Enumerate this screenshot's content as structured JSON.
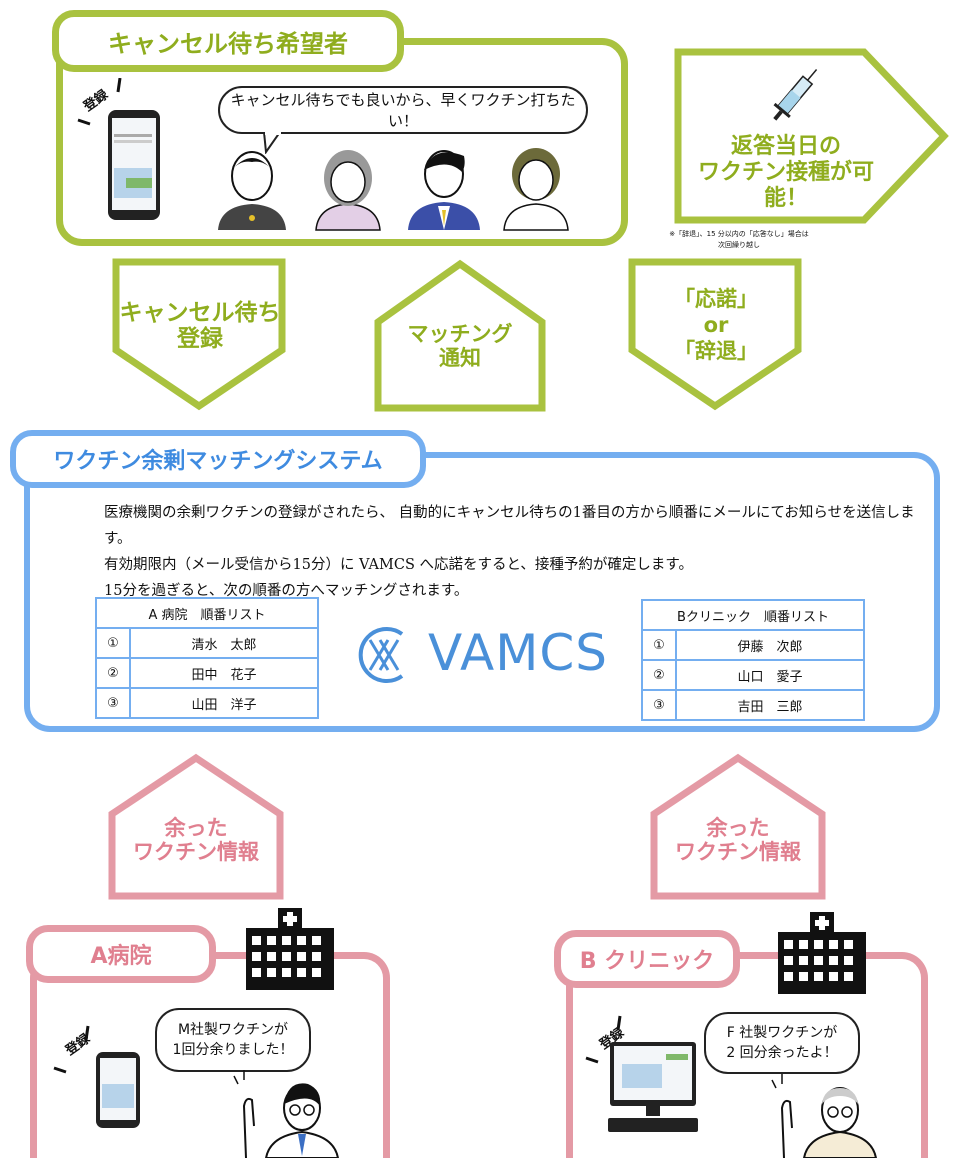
{
  "waitlist": {
    "title": "キャンセル待ち希望者",
    "register_label": "登録",
    "speech": "キャンセル待ちでも良いから、早くワクチン打ちたい！"
  },
  "vaccination": {
    "line1": "返答当日の",
    "line2": "ワクチン接種が可能！",
    "note_line1": "※「辞退」、15 分以内の「応答なし」場合は",
    "note_line2": "次回繰り越し"
  },
  "arrows": {
    "register": {
      "line1": "キャンセル待ち",
      "line2": "登録"
    },
    "notify": {
      "line1": "マッチング",
      "line2": "通知"
    },
    "respond": {
      "line1": "「応諾」",
      "line2": "or",
      "line3": "「辞退」"
    },
    "surplus_a": {
      "line1": "余った",
      "line2": "ワクチン情報"
    },
    "surplus_b": {
      "line1": "余った",
      "line2": "ワクチン情報"
    }
  },
  "system": {
    "title": "ワクチン余剰マッチングシステム",
    "desc1": "医療機関の余剰ワクチンの登録がされたら、 自動的にキャンセル待ちの1番目の方から順番にメールにてお知らせを送信します。",
    "desc2": "有効期限内（メール受信から15分）に VAMCS へ応諾をすると、接種予約が確定します。",
    "desc3": "15分を過ぎると、次の順番の方へマッチングされます。",
    "logo_text": "VAMCS",
    "list_a": {
      "header": "A 病院　順番リスト",
      "rows": [
        {
          "num": "①",
          "name": "清水　太郎"
        },
        {
          "num": "②",
          "name": "田中　花子"
        },
        {
          "num": "③",
          "name": "山田　洋子"
        }
      ]
    },
    "list_b": {
      "header": "Bクリニック　順番リスト",
      "rows": [
        {
          "num": "①",
          "name": "伊藤　次郎"
        },
        {
          "num": "②",
          "name": "山口　愛子"
        },
        {
          "num": "③",
          "name": "吉田　三郎"
        }
      ]
    }
  },
  "hospital_a": {
    "title": "A病院",
    "register_label": "登録",
    "speech_line1": "M社製ワクチンが",
    "speech_line2": "1回分余りました！"
  },
  "clinic_b": {
    "title": "B クリニック",
    "register_label": "登録",
    "speech_line1": "F 社製ワクチンが",
    "speech_line2": "2 回分余ったよ！"
  },
  "colors": {
    "green": "#a9c23f",
    "blue": "#74aef0",
    "pink": "#e49aa5"
  }
}
